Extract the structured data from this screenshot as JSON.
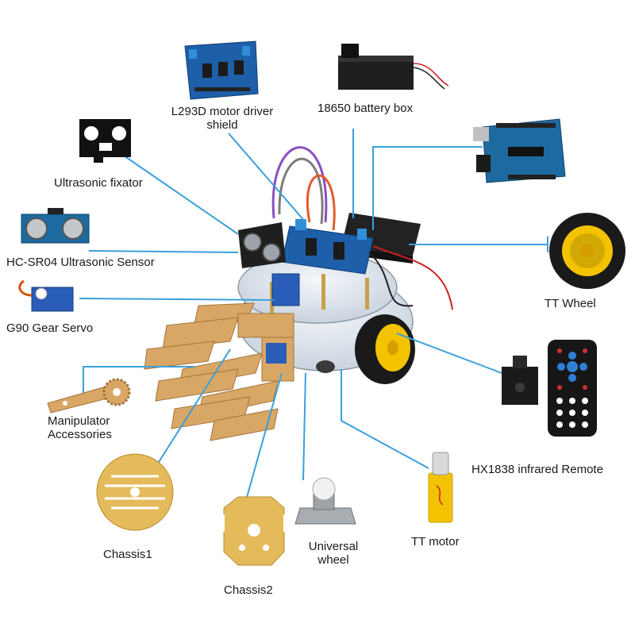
{
  "colors": {
    "callout": "#3aa0dc",
    "wood": "#d9a765",
    "pcb_blue": "#1d5fa8",
    "motor_yellow": "#f3c200",
    "chassis_gold": "#e4ba5a",
    "tire_black": "#1a1a1a"
  },
  "parts": {
    "motor_shield": "L293D motor driver\nshield",
    "battery_box": "18650 battery box",
    "ultrasonic_fixator": "Ultrasonic fixator",
    "ultrasonic_sensor": "HC-SR04 Ultrasonic Sensor",
    "servo": "G90  Gear Servo",
    "tt_wheel": "TT Wheel",
    "manipulator": "Manipulator\nAccessories",
    "ir_remote": "HX1838 infrared Remote",
    "chassis1": "Chassis1",
    "universal_wheel": "Universal\nwheel",
    "tt_motor": "TT motor",
    "chassis2": "Chassis2"
  },
  "icons": [
    "arduino-board-icon",
    "motor-shield-icon",
    "battery-box-icon",
    "ultrasonic-fixator-icon",
    "ultrasonic-sensor-icon",
    "servo-icon",
    "tt-wheel-icon",
    "ir-receiver-icon",
    "ir-remote-icon",
    "manipulator-icon",
    "chassis1-icon",
    "chassis2-icon",
    "universal-wheel-icon",
    "tt-motor-icon",
    "robot-car-icon"
  ]
}
